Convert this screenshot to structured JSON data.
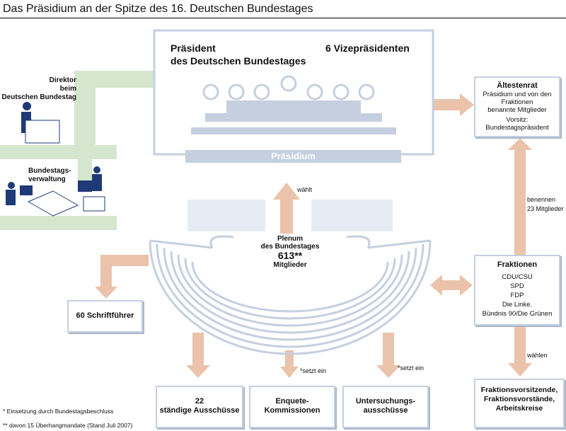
{
  "title": "Das Präsidium an der Spitze des 16. Deutschen Bundestages",
  "praesidium": {
    "president": "Präsident",
    "president2": "des Deutschen Bundestages",
    "vice": "6 Vizepräsidenten",
    "bench_label": "Präsidium"
  },
  "director": {
    "l1": "Direktor",
    "l2": "beim",
    "l3": "Deutschen Bundestag"
  },
  "verwaltung": {
    "l1": "Bundestags-",
    "l2": "verwaltung"
  },
  "aeltestenrat": {
    "title": "Ältestenrat",
    "l1": "Präsidium und von den",
    "l2": "Fraktionen",
    "l3": "benannte Mitglieder",
    "l4": "Vorsitz:",
    "l5": "Bundestagspräsident"
  },
  "plenum": {
    "l1": "Plenum",
    "l2": "des Bundestages",
    "count": "613**",
    "l3": "Mitglieder"
  },
  "arrows": {
    "waehlt": "wählt",
    "benennen1": "benennen",
    "benennen2": "23 Mitglieder",
    "waehlen": "wählen",
    "setzt1": "*setzt ein",
    "setzt2": "*setzt ein"
  },
  "fraktionen": {
    "title": "Fraktionen",
    "items": [
      "CDU/CSU",
      "SPD",
      "FDP",
      "Die Linke.",
      "Bündnis 90/Die Grünen"
    ]
  },
  "schriftfuehrer": "60 Schriftführer",
  "ausschuesse": {
    "l1": "22",
    "l2": "ständige Ausschüsse"
  },
  "enquete": {
    "l1": "Enquete-",
    "l2": "Kommissionen"
  },
  "untersuchung": {
    "l1": "Untersuchungs-",
    "l2": "ausschüsse"
  },
  "fraktionsvorsitz": {
    "l1": "Fraktionsvorsitzende,",
    "l2": "Fraktionsvorstände,",
    "l3": "Arbeitskreise"
  },
  "footnotes": [
    "* Einsetzung durch Bundestagsbeschluss",
    "** davon 15 Überhangmandate (Stand Juli 2007)"
  ],
  "colors": {
    "arrow": "#eac3aa",
    "blue": "#c5cfe0",
    "green": "#d5e6cf",
    "ink": "#1e3a78"
  }
}
